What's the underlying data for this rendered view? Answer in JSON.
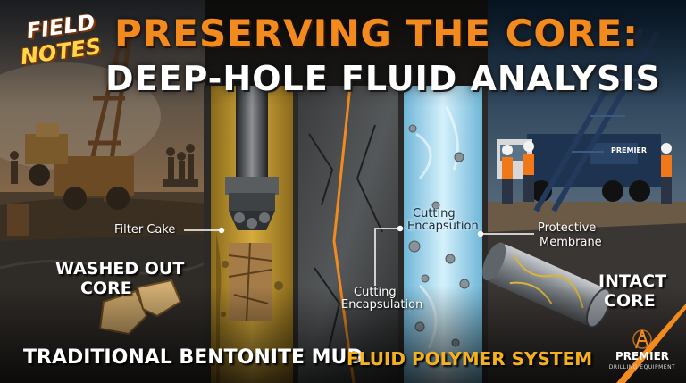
{
  "badge": {
    "line1": "FIELD",
    "line2": "NOTES"
  },
  "title": {
    "line1": "PRESERVING THE CORE:",
    "line2": "DEEP-HOLE FLUID ANALYSIS"
  },
  "left_panel": {
    "callout_filter_cake": "Filter Cake",
    "result_line1": "WASHED OUT",
    "result_line2": "CORE",
    "caption": "TRADITIONAL BENTONITE MUD"
  },
  "right_panel": {
    "callout_cutting_top_1": "Cutting",
    "callout_cutting_top_2": "Encapsution",
    "callout_cutting_bottom_1": "Cutting",
    "callout_cutting_bottom_2": "Encapsulation",
    "callout_membrane_1": "Protective",
    "callout_membrane_2": "Membrane",
    "result_line1": "INTACT",
    "result_line2": "CORE",
    "caption": "FLUID POLYMER SYSTEM"
  },
  "brand": {
    "name": "PREMIER",
    "tagline": "DRILLING EQUIPMENT"
  },
  "truck_label": "PREMIER",
  "colors": {
    "title_orange": "#f28a1e",
    "polymer_blue": "#9fd8f0",
    "mud_gold": "#c99a2e",
    "caption_gold": "#f5b01e"
  }
}
